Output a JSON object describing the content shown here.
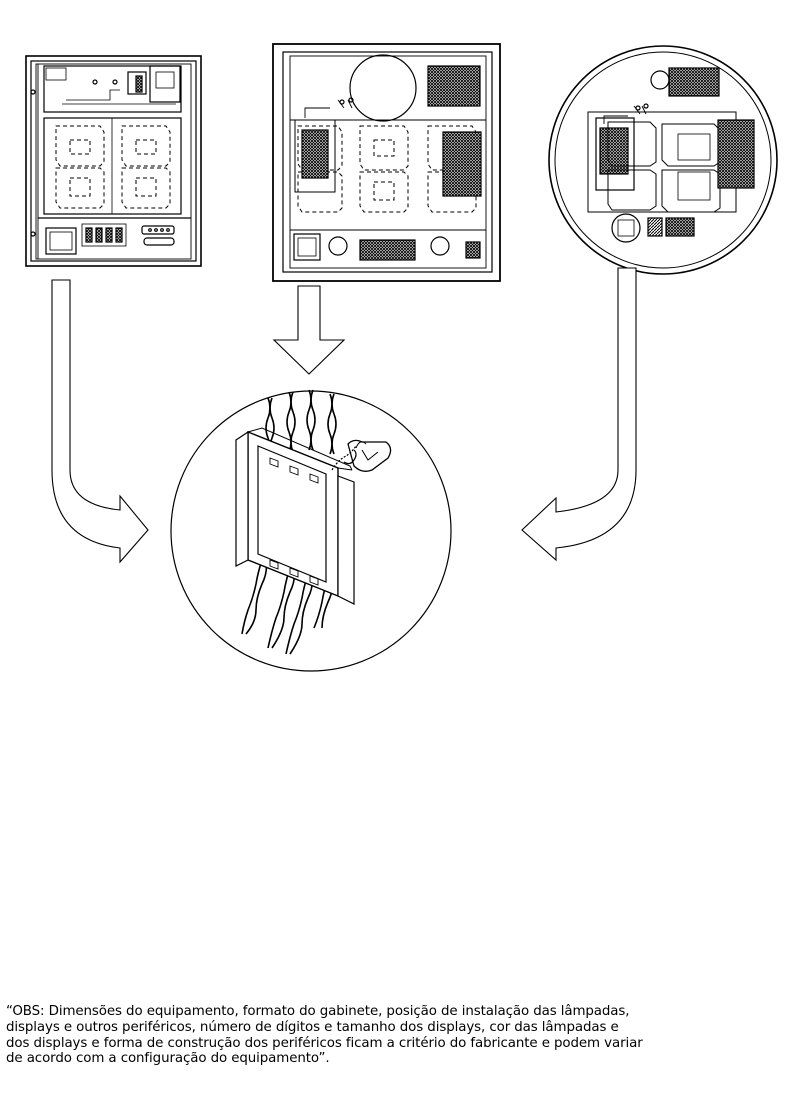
{
  "note": {
    "lines": [
      "“OBS: Dimensões do equipamento, formato do gabinete, posição de instalação das lâmpadas,",
      "displays e outros periféricos, número de dígitos e tamanho dos displays, cor das lâmpadas e",
      "dos displays e forma de construção dos periféricos ficam a critério do fabricante e podem variar",
      "de acordo com a configuração do equipamento”."
    ]
  },
  "figures": {
    "cabinet_left": "rectangular-cabinet-two-digit-display",
    "cabinet_center": "square-cabinet-three-digit-display",
    "cabinet_right": "round-cabinet-two-digit-display",
    "detail": "sealed-module-with-lead-seal-detail"
  },
  "colors": {
    "line": "#000000",
    "background": "#ffffff"
  }
}
